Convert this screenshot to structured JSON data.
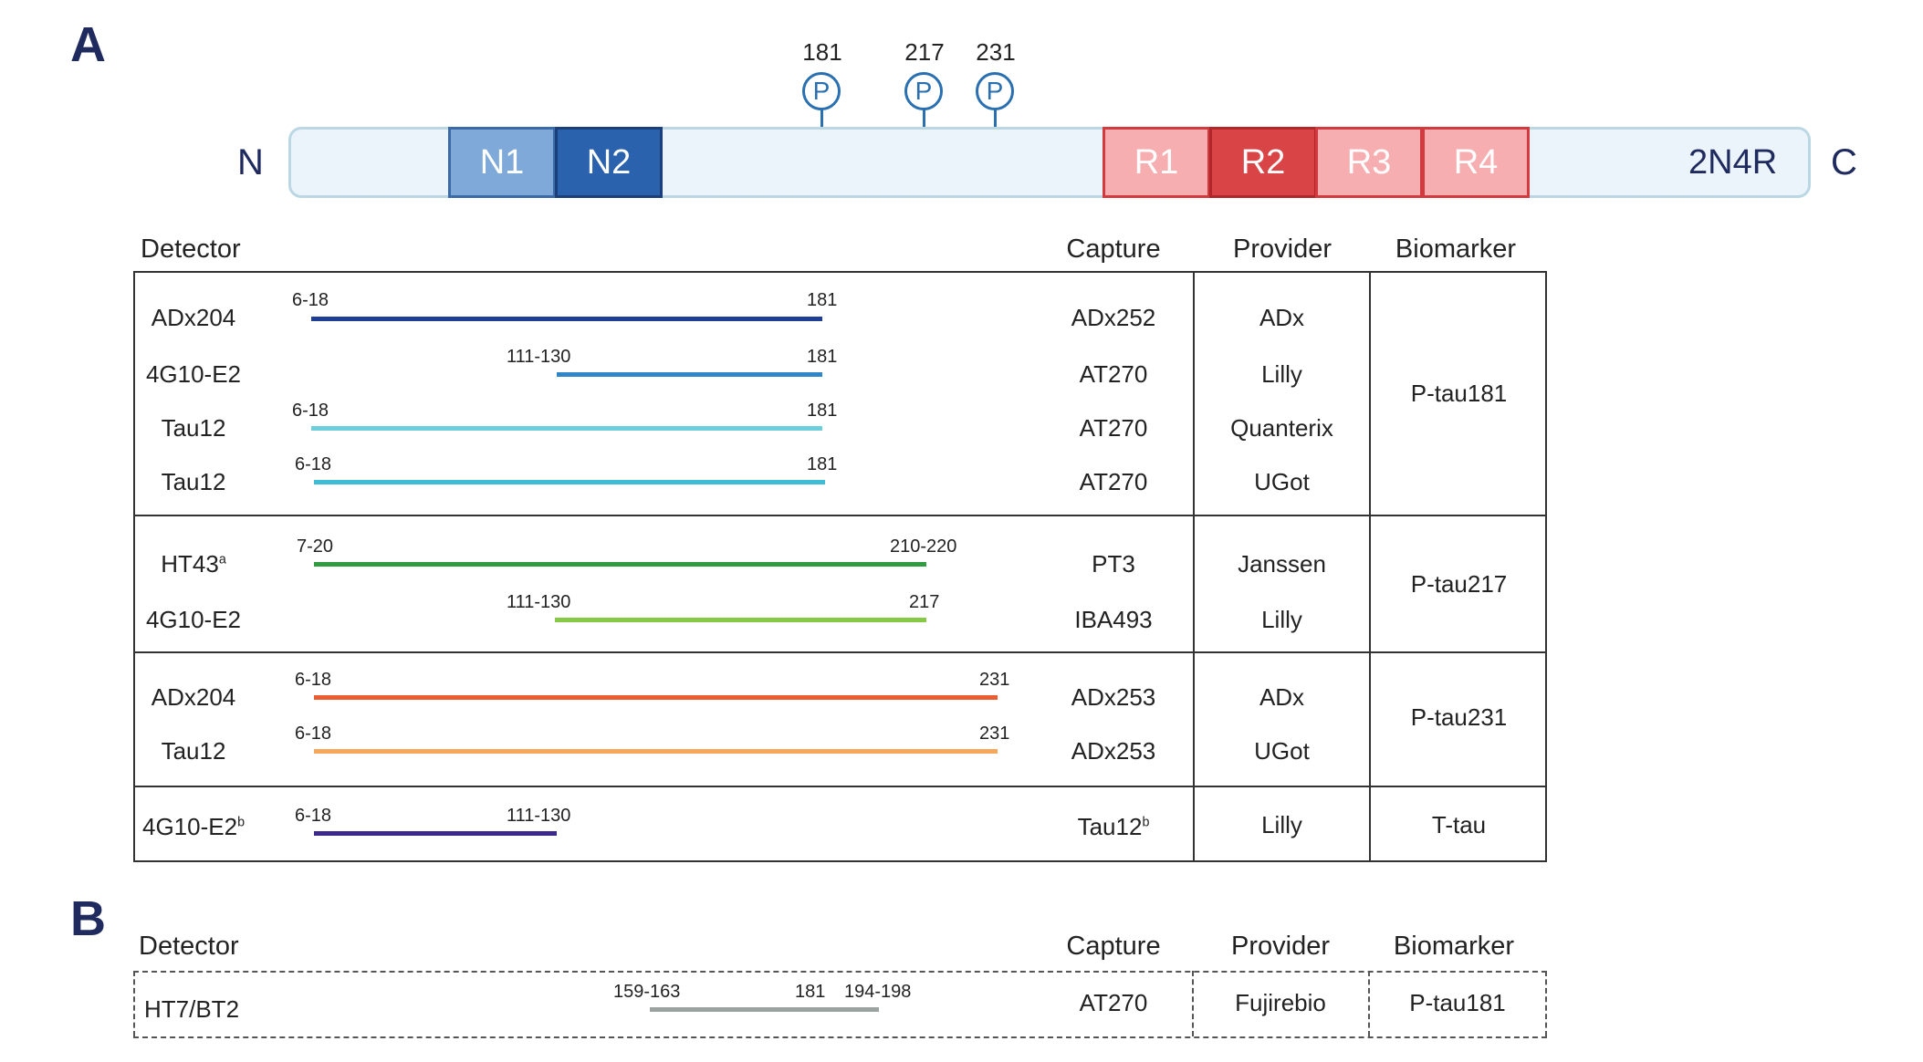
{
  "panel_a": {
    "letter": "A",
    "protein": {
      "n_term": "N",
      "c_term": "C",
      "isoform": "2N4R",
      "domains": [
        {
          "label": "N1",
          "fill": "#7ea9d8",
          "border": "#3a6ba8",
          "text": "#ffffff"
        },
        {
          "label": "N2",
          "fill": "#2a62ad",
          "border": "#1b3f7a",
          "text": "#ffffff"
        },
        {
          "label": "R1",
          "fill": "#f6aeb1",
          "border": "#d33a3f",
          "text": "#ffffff"
        },
        {
          "label": "R2",
          "fill": "#d94447",
          "border": "#b22529",
          "text": "#ffffff"
        },
        {
          "label": "R3",
          "fill": "#f6aeb1",
          "border": "#d33a3f",
          "text": "#ffffff"
        },
        {
          "label": "R4",
          "fill": "#f6aeb1",
          "border": "#d33a3f",
          "text": "#ffffff"
        }
      ],
      "phospho_sites": [
        {
          "site": "181",
          "symbol": "P"
        },
        {
          "site": "217",
          "symbol": "P"
        },
        {
          "site": "231",
          "symbol": "P"
        }
      ]
    },
    "headers": {
      "detector": "Detector",
      "capture": "Capture",
      "provider": "Provider",
      "biomarker": "Biomarker"
    },
    "groups": [
      {
        "biomarker": "P-tau181",
        "rows": [
          {
            "detector": "ADx204",
            "sup": "",
            "start_label": "6-18",
            "end_label": "181",
            "capture": "ADx252",
            "capture_sup": "",
            "provider": "ADx",
            "color": "#1f3f96"
          },
          {
            "detector": "4G10-E2",
            "sup": "",
            "start_label": "111-130",
            "end_label": "181",
            "capture": "AT270",
            "capture_sup": "",
            "provider": "Lilly",
            "color": "#2f86c8"
          },
          {
            "detector": "Tau12",
            "sup": "",
            "start_label": "6-18",
            "end_label": "181",
            "capture": "AT270",
            "capture_sup": "",
            "provider": "Quanterix",
            "color": "#6ccfdb"
          },
          {
            "detector": "Tau12",
            "sup": "",
            "start_label": "6-18",
            "end_label": "181",
            "capture": "AT270",
            "capture_sup": "",
            "provider": "UGot",
            "color": "#3dbdd6"
          }
        ]
      },
      {
        "biomarker": "P-tau217",
        "rows": [
          {
            "detector": "HT43",
            "sup": "a",
            "start_label": "7-20",
            "end_label": "210-220",
            "capture": "PT3",
            "capture_sup": "",
            "provider": "Janssen",
            "color": "#2f9c42"
          },
          {
            "detector": "4G10-E2",
            "sup": "",
            "start_label": "111-130",
            "end_label": "217",
            "capture": "IBA493",
            "capture_sup": "",
            "provider": "Lilly",
            "color": "#86c945"
          }
        ]
      },
      {
        "biomarker": "P-tau231",
        "rows": [
          {
            "detector": "ADx204",
            "sup": "",
            "start_label": "6-18",
            "end_label": "231",
            "capture": "ADx253",
            "capture_sup": "",
            "provider": "ADx",
            "color": "#ec5c2f"
          },
          {
            "detector": "Tau12",
            "sup": "",
            "start_label": "6-18",
            "end_label": "231",
            "capture": "ADx253",
            "capture_sup": "",
            "provider": "UGot",
            "color": "#f6a75a"
          }
        ]
      },
      {
        "biomarker": "T-tau",
        "rows": [
          {
            "detector": "4G10-E2",
            "sup": "b",
            "start_label": "6-18",
            "end_label": "111-130",
            "capture": "Tau12",
            "capture_sup": "b",
            "provider": "Lilly",
            "color": "#3b2a8c"
          }
        ]
      }
    ]
  },
  "panel_b": {
    "letter": "B",
    "headers": {
      "detector": "Detector",
      "capture": "Capture",
      "provider": "Provider",
      "biomarker": "Biomarker"
    },
    "row": {
      "detector": "HT7/BT2",
      "start_label": "159-163",
      "mid_label": "181",
      "end_label": "194-198",
      "capture": "AT270",
      "provider": "Fujirebio",
      "biomarker": "P-tau181",
      "color": "#9aa3a0"
    }
  }
}
